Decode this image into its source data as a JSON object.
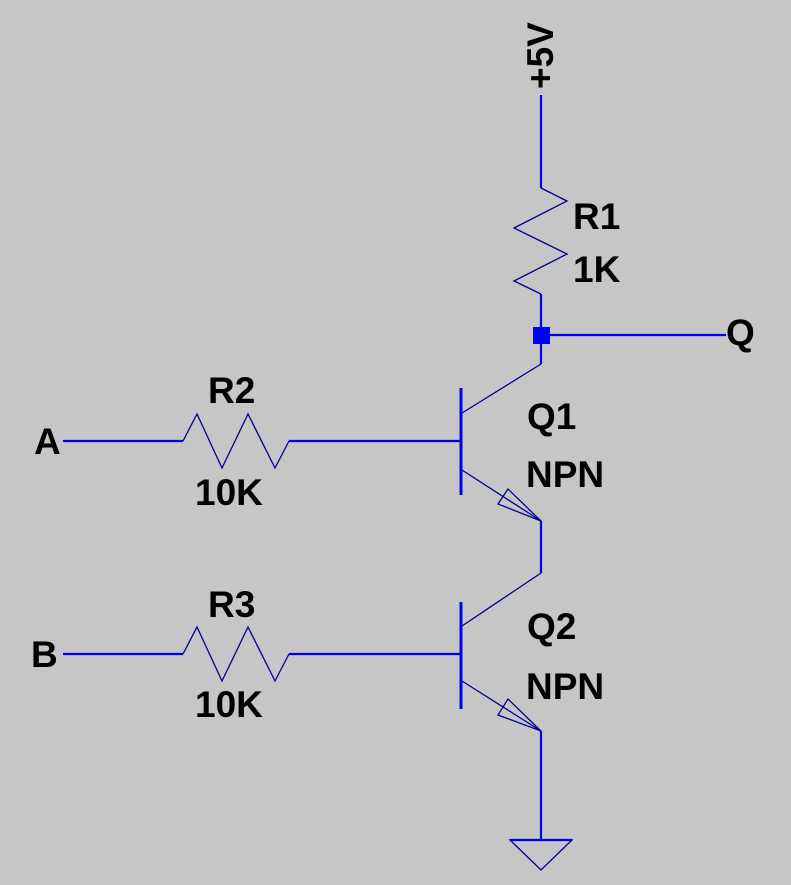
{
  "labels": {
    "supply": "+5V",
    "output": "Q",
    "input_a": "A",
    "input_b": "B"
  },
  "components": {
    "r1": {
      "name": "R1",
      "value": "1K"
    },
    "r2": {
      "name": "R2",
      "value": "10K"
    },
    "r3": {
      "name": "R3",
      "value": "10K"
    },
    "q1": {
      "name": "Q1",
      "type": "NPN"
    },
    "q2": {
      "name": "Q2",
      "type": "NPN"
    }
  },
  "colors": {
    "background": "#c6c6c6",
    "wire": "#0000f0",
    "wire_thin": "#000090",
    "junction": "#0000ff",
    "text": "#000000"
  }
}
